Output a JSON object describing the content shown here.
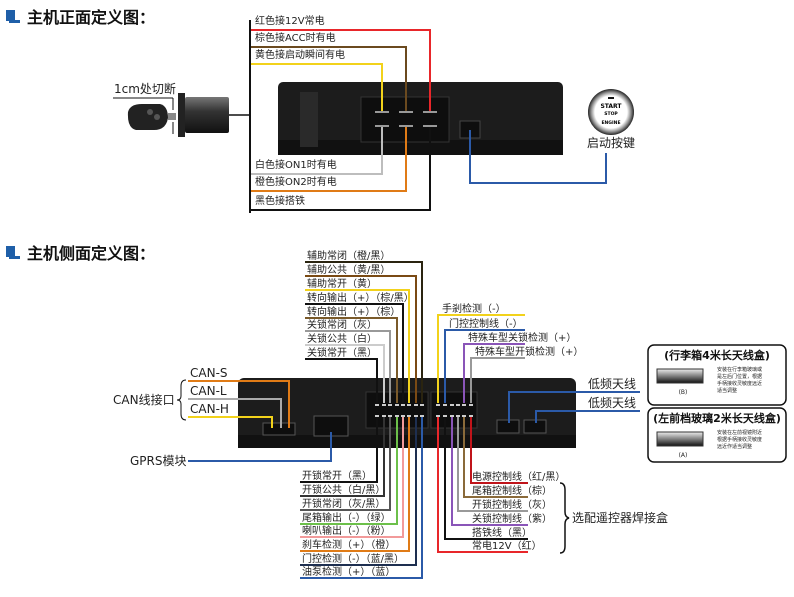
{
  "front": {
    "title": "主机正面定义图：",
    "cut_label": "1cm处切断",
    "start_button": {
      "line1": "START",
      "line2": "STOP",
      "line3": "ENGINE",
      "label": "启动按键"
    },
    "wires": [
      {
        "label": "红色接12V常电",
        "color": "#e8262a"
      },
      {
        "label": "棕色接ACC时有电",
        "color": "#6b4a1f"
      },
      {
        "label": "黄色接启动瞬间有电",
        "color": "#f2d21b"
      },
      {
        "label": "白色接ON1时有电",
        "color": "#bdbdbd"
      },
      {
        "label": "橙色接ON2时有电",
        "color": "#e07b16"
      },
      {
        "label": "黑色接搭铁",
        "color": "#111111"
      }
    ],
    "start_wire_color": "#2b5aa8"
  },
  "side": {
    "title": "主机侧面定义图：",
    "can_group_label": "CAN线接口",
    "can": [
      {
        "label": "CAN-S",
        "color": "#e07b16"
      },
      {
        "label": "CAN-L",
        "color": "#aaaaaa"
      },
      {
        "label": "CAN-H",
        "color": "#f2d21b"
      }
    ],
    "gprs": {
      "label": "GPRS模块",
      "color": "#2b5aa8"
    },
    "top_left": [
      {
        "label": "辅助常闭（橙/黑）",
        "color": "#2a2410"
      },
      {
        "label": "辅助公共（黄/黑）",
        "color": "#7a4a14"
      },
      {
        "label": "辅助常开（黄）",
        "color": "#f2d21b"
      },
      {
        "label": "转向输出（+）（棕/黑）",
        "color": "#111111"
      },
      {
        "label": "转向输出（+）（棕）",
        "color": "#7a5a2a"
      },
      {
        "label": "关锁常闭（灰）",
        "color": "#999999"
      },
      {
        "label": "关锁公共（白）",
        "color": "#cccccc"
      },
      {
        "label": "关锁常开（黑）",
        "color": "#111111"
      }
    ],
    "top_right": [
      {
        "label": "手剎检测（-）",
        "color": "#f2d21b"
      },
      {
        "label": "门控控制线（-）",
        "color": "#2b5aa8"
      },
      {
        "label": "特殊车型关锁检测（+）",
        "color": "#8a55b8"
      },
      {
        "label": "特殊车型开锁检测（+）",
        "color": "#999999"
      }
    ],
    "bottom_left": [
      {
        "label": "开锁常开（黑）",
        "color": "#111111"
      },
      {
        "label": "开锁公共（白/黑）",
        "color": "#333333"
      },
      {
        "label": "开锁常闭（灰/黑）",
        "color": "#555555"
      },
      {
        "label": "尾箱输出（-）（绿）",
        "color": "#6cc04a"
      },
      {
        "label": "喇叭输出（-）（粉）",
        "color": "#f29a9a"
      },
      {
        "label": "刹车检测（+）（橙）",
        "color": "#e07b16"
      },
      {
        "label": "门控检测（-）（蓝/黑）",
        "color": "#1e2f50"
      },
      {
        "label": "油泵检测（+）（蓝）",
        "color": "#2b5aa8"
      }
    ],
    "bottom_right": [
      {
        "label": "电源控制线（红/黑）",
        "color": "#c0141a"
      },
      {
        "label": "尾箱控制线（棕）",
        "color": "#8a6a3a"
      },
      {
        "label": "开锁控制线（灰）",
        "color": "#999999"
      },
      {
        "label": "关锁控制线（紫）",
        "color": "#8a55b8"
      },
      {
        "label": "搭铁线（黑）",
        "color": "#111111"
      },
      {
        "label": "常电12V（红）",
        "color": "#e8262a"
      }
    ],
    "remote_box_label": "选配遥控器焊接盒",
    "antenna_labels": [
      "低频天线",
      "低频天线"
    ],
    "antenna_color": "#2b5aa8",
    "antenna_boxes": [
      {
        "title": "(行李箱4米长天线盒)",
        "tag": "(B)",
        "desc": [
          "安装在行李箱玻璃或",
          "是左后门位置，根据",
          "手柄接收灵敏度远近",
          "适当调整"
        ]
      },
      {
        "title": "(左前档玻璃2米长天线盒)",
        "tag": "(A)",
        "desc": [
          "安装在左前视镜附近",
          "根据手柄接收灵敏度",
          "远近作适当调整"
        ]
      }
    ]
  },
  "accent_color": "#1f5fa8"
}
